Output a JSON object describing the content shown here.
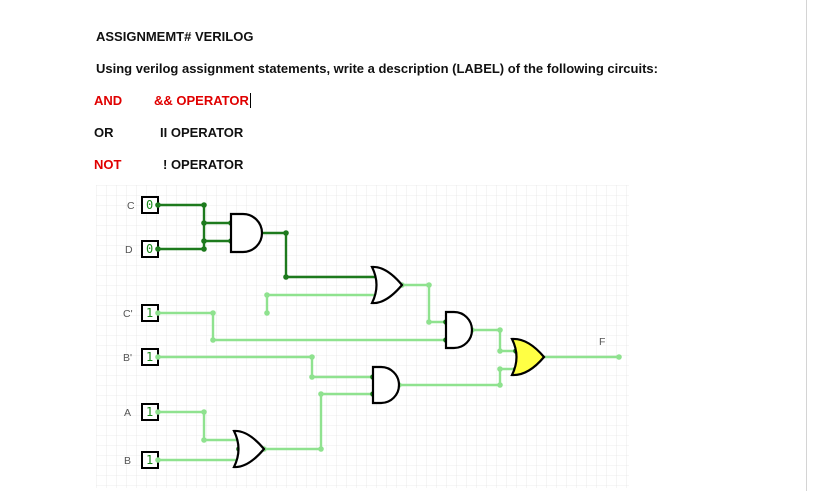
{
  "document": {
    "heading": "ASSIGNMEMT# VERILOG",
    "instruction": "Using verilog assignment statements, write a description (LABEL)   of the following circuits:",
    "operators": [
      {
        "name": "AND",
        "symbol": "&& OPERATOR",
        "name_color": "#e00000",
        "symbol_color": "#e00000"
      },
      {
        "name": "OR",
        "symbol": "II  OPERATOR",
        "name_color": "#111111",
        "symbol_color": "#111111"
      },
      {
        "name": "NOT",
        "symbol": "!  OPERATOR",
        "name_color": "#e00000",
        "symbol_color": "#111111"
      }
    ]
  },
  "circuit": {
    "inputs": [
      {
        "label": "C",
        "value": "0"
      },
      {
        "label": "D",
        "value": "0"
      },
      {
        "label": "C'",
        "value": "1"
      },
      {
        "label": "B'",
        "value": "1"
      },
      {
        "label": "A",
        "value": "1"
      },
      {
        "label": "B",
        "value": "1"
      }
    ],
    "output_label": "F",
    "colors": {
      "wire_low": "#1d7a1d",
      "wire_high": "#8fe28f",
      "gate_stroke": "#000000",
      "final_gate_fill": "#ffff44",
      "grid": "#e6e6e6"
    }
  }
}
